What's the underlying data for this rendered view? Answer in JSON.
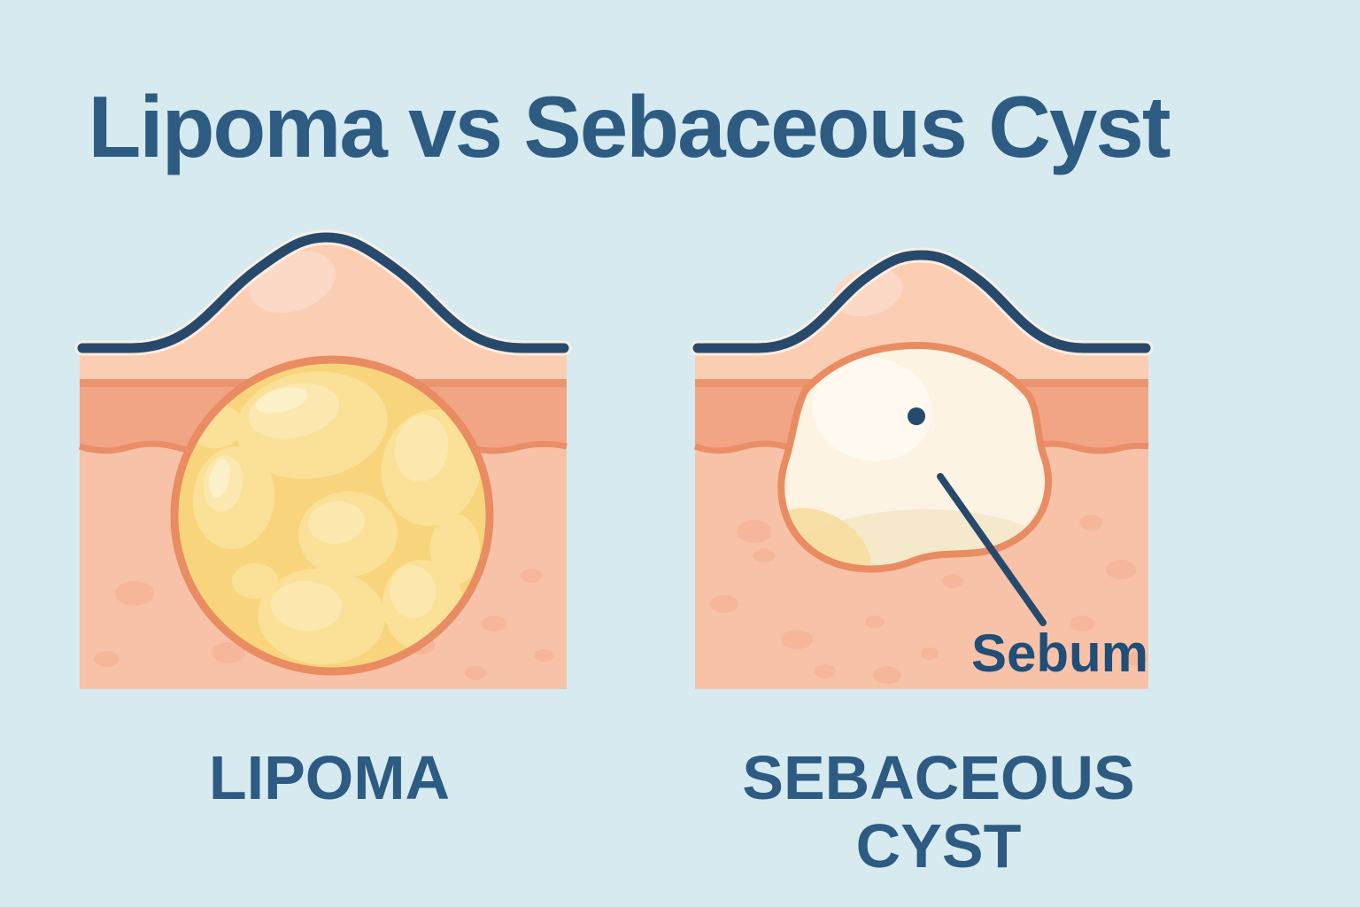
{
  "title": "Lipoma vs Sebaceous Cyst",
  "panels": [
    {
      "id": "lipoma",
      "label": "LIPOMA",
      "description_parts": [
        "skin-bump",
        "fatty-lobulated-mass"
      ]
    },
    {
      "id": "sebaceous-cyst",
      "label": "SEBACEOUS CYST",
      "annotation": {
        "label": "Sebum"
      },
      "description_parts": [
        "skin-bump",
        "cyst-sac",
        "punctum-dot"
      ]
    }
  ],
  "colors": {
    "bg": "#d6eaf0",
    "ink": "#2d5b81",
    "ink_deep": "#1f4e78",
    "outline": "#274a6c",
    "surface_edge": "#fdf0e4",
    "skin": "#fbceb4",
    "skin_deep": "#f8c2a8",
    "bump_highlight": "#fcd9c6",
    "dermis": "#f2a585",
    "dermis_top": "#eb9570",
    "dermis_edge": "#e98e68",
    "spot": "#f5af90",
    "mass_stroke": "#e98c62",
    "lipoma_fill": "#f8d57d",
    "lipoma_lobule": "#fae197",
    "lipoma_lobule_light": "#fce8ae",
    "lipoma_gloss": "#fdf2cf",
    "cyst_fill": "#fdf3e2",
    "cyst_shade": "#f4e5c5",
    "cyst_tinge": "#f7dd9e",
    "cyst_sheen": "#fffaf2"
  }
}
